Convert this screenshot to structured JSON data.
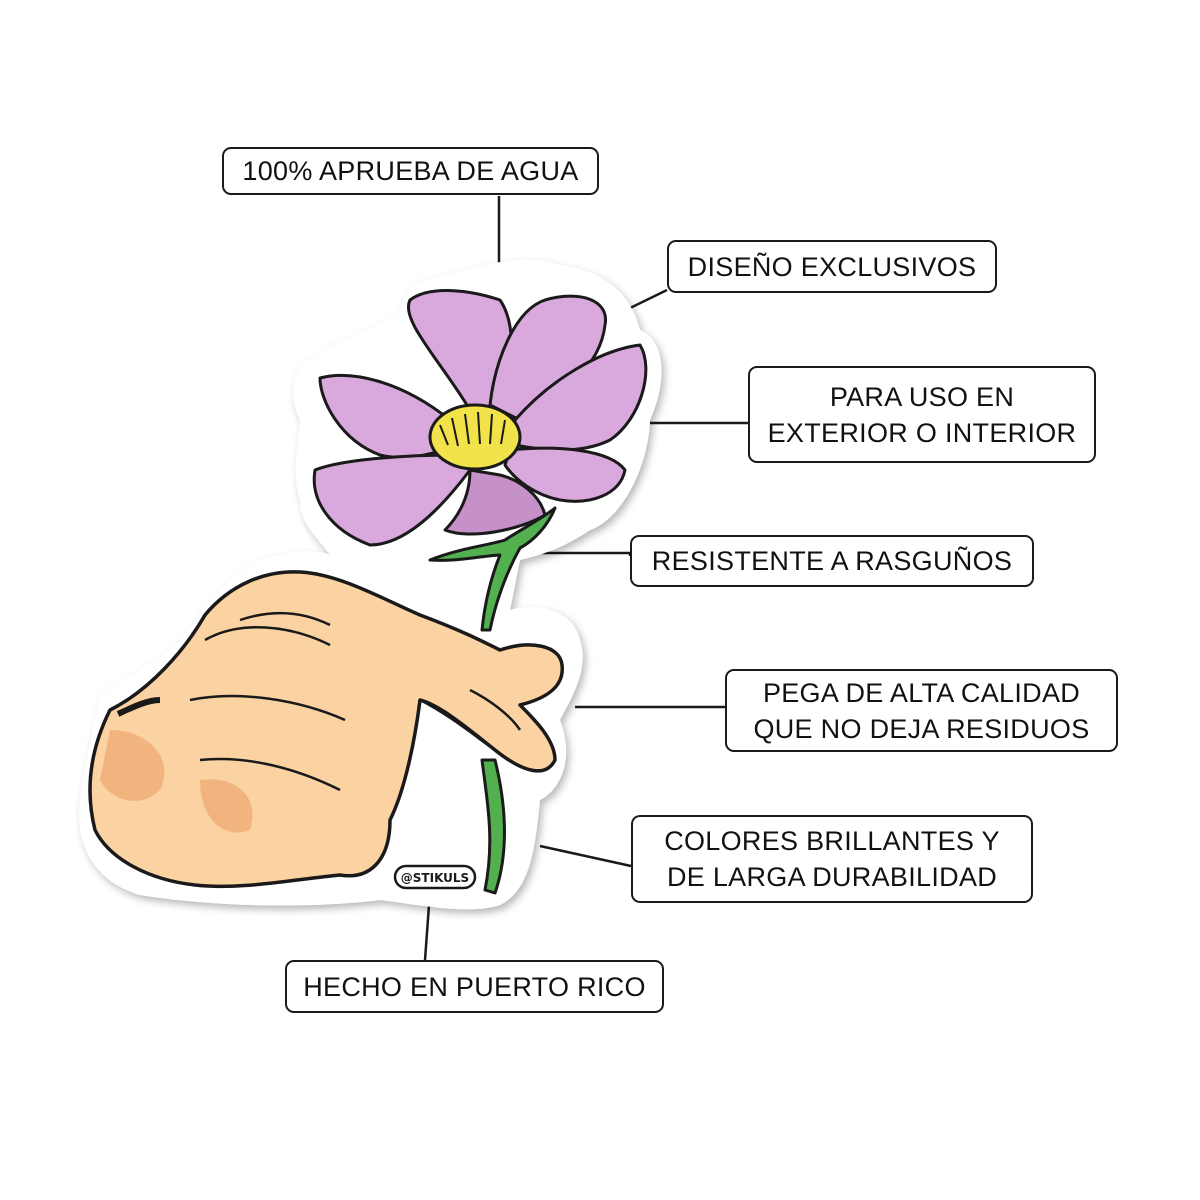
{
  "labels": {
    "waterproof": "100% APRUEBA DE AGUA",
    "design": "DISEÑO EXCLUSIVOS",
    "use_line1": "PARA USO EN",
    "use_line2": "EXTERIOR O INTERIOR",
    "scratch": "RESISTENTE A RASGUÑOS",
    "glue_line1": "PEGA DE ALTA CALIDAD",
    "glue_line2": "QUE NO DEJA RESIDUOS",
    "colors_line1": "COLORES BRILLANTES Y",
    "colors_line2": "DE LARGA DURABILIDAD",
    "made": "HECHO EN PUERTO RICO"
  },
  "sticker": {
    "signature": "@STIKULS"
  },
  "colors": {
    "petal": "#d9a8dc",
    "petal_dark": "#b982bd",
    "center": "#f3e34a",
    "stem": "#52b04e",
    "skin": "#fbd3a2",
    "skin_shadow": "#f2b47f",
    "outline": "#1a1a1a"
  }
}
